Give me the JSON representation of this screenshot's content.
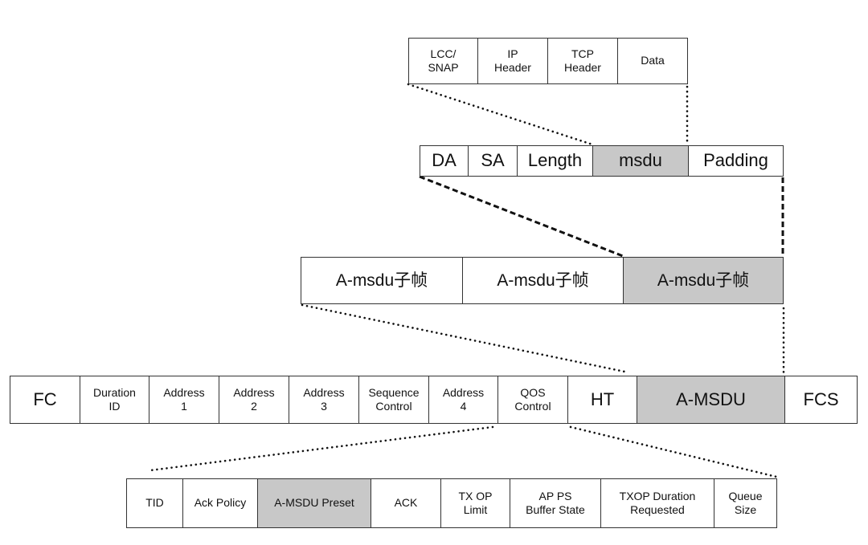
{
  "colors": {
    "shaded": "#c8c8c8",
    "border": "#333333",
    "background": "#ffffff"
  },
  "payload": {
    "fields": [
      {
        "label": "LCC/\nSNAP",
        "shaded": false
      },
      {
        "label": "IP\nHeader",
        "shaded": false
      },
      {
        "label": "TCP\nHeader",
        "shaded": false
      },
      {
        "label": "Data",
        "shaded": false
      }
    ]
  },
  "subframe": {
    "fields": [
      {
        "label": "DA",
        "shaded": false
      },
      {
        "label": "SA",
        "shaded": false
      },
      {
        "label": "Length",
        "shaded": false
      },
      {
        "label": "msdu",
        "shaded": true
      },
      {
        "label": "Padding",
        "shaded": false
      }
    ]
  },
  "amsdu": {
    "fields": [
      {
        "label": "A-msdu子帧",
        "shaded": false
      },
      {
        "label": "A-msdu子帧",
        "shaded": false
      },
      {
        "label": "A-msdu子帧",
        "shaded": true
      }
    ]
  },
  "mac_frame": {
    "fields": [
      {
        "label": "FC",
        "shaded": false
      },
      {
        "label": "Duration\nID",
        "shaded": false
      },
      {
        "label": "Address\n1",
        "shaded": false
      },
      {
        "label": "Address\n2",
        "shaded": false
      },
      {
        "label": "Address\n3",
        "shaded": false
      },
      {
        "label": "Sequence\nControl",
        "shaded": false
      },
      {
        "label": "Address\n4",
        "shaded": false
      },
      {
        "label": "QOS\nControl",
        "shaded": false
      },
      {
        "label": "HT",
        "shaded": false
      },
      {
        "label": "A-MSDU",
        "shaded": true
      },
      {
        "label": "FCS",
        "shaded": false
      }
    ]
  },
  "qos_control": {
    "fields": [
      {
        "label": "TID",
        "shaded": false
      },
      {
        "label": "Ack Policy",
        "shaded": false
      },
      {
        "label": "A-MSDU Preset",
        "shaded": true
      },
      {
        "label": "ACK",
        "shaded": false
      },
      {
        "label": "TX OP\nLimit",
        "shaded": false
      },
      {
        "label": "AP PS\nBuffer State",
        "shaded": false
      },
      {
        "label": "TXOP Duration\nRequested",
        "shaded": false
      },
      {
        "label": "Queue\nSize",
        "shaded": false
      }
    ]
  }
}
